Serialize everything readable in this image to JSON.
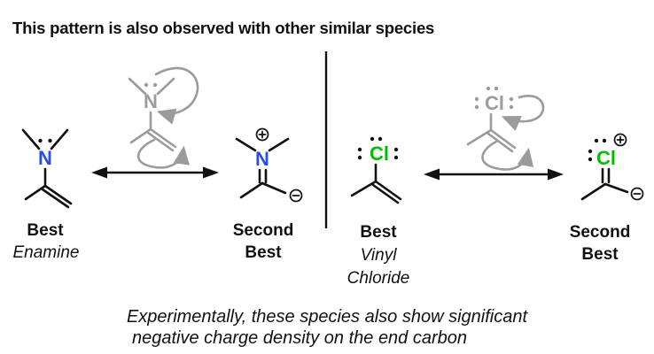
{
  "title": "This pattern is also observed with other similar species",
  "caption": {
    "line1": "Experimentally, these species also show significant",
    "line2": "negative charge density on the end carbon"
  },
  "left_panel": {
    "atom_symbol": "N",
    "best_label": "Best",
    "species_name": "Enamine",
    "second_best_label": [
      "Second",
      "Best"
    ]
  },
  "right_panel": {
    "atom_symbol": "Cl",
    "best_label": "Best",
    "species_name": [
      "Vinyl",
      "Chloride"
    ],
    "second_best_label": [
      "Second",
      "Best"
    ]
  },
  "colors": {
    "nitrogen": "#2a4ce0",
    "chlorine": "#00bd00",
    "gray_structure": "#9b9b9b",
    "bond": "#111111"
  },
  "icons": {
    "resonance_arrow": "double-headed-arrow",
    "curved_arrow": "electron-pushing-arrow",
    "plus_charge": "circled-plus",
    "minus_charge": "circled-minus",
    "lone_pair": "electron-dot-pair"
  }
}
